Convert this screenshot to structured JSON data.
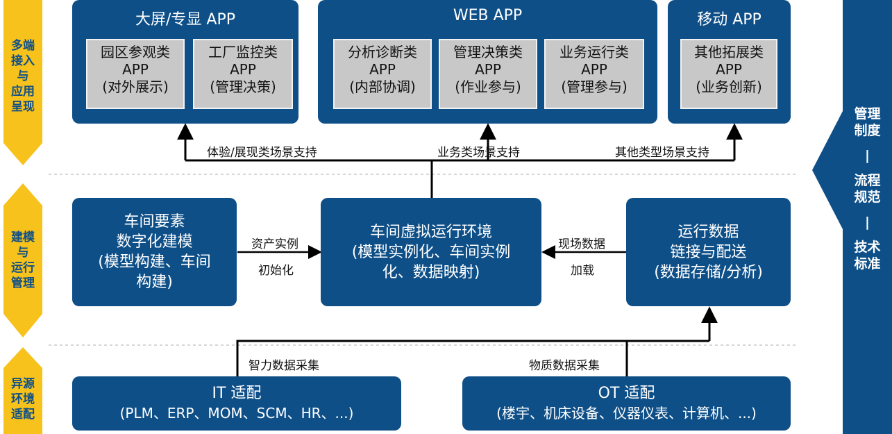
{
  "sidebar": {
    "sections": [
      {
        "lines": [
          "多端",
          "接入",
          "与",
          "应用",
          "呈现"
        ]
      },
      {
        "lines": [
          "建模",
          "与",
          "运行",
          "管理"
        ]
      },
      {
        "lines": [
          "异源",
          "环境",
          "适配"
        ]
      }
    ]
  },
  "top": {
    "groups": [
      {
        "title": "大屏/专显 APP",
        "apps": [
          {
            "lines": [
              "园区参观类",
              "APP",
              "(对外展示)"
            ]
          },
          {
            "lines": [
              "工厂监控类",
              "APP",
              "(管理决策)"
            ]
          }
        ]
      },
      {
        "title": "WEB APP",
        "apps": [
          {
            "lines": [
              "分析诊断类",
              "APP",
              "(内部协调)"
            ]
          },
          {
            "lines": [
              "管理决策类",
              "APP",
              "(作业参与)"
            ]
          },
          {
            "lines": [
              "业务运行类",
              "APP",
              "(管理参与)"
            ]
          }
        ]
      },
      {
        "title": "移动 APP",
        "apps": [
          {
            "lines": [
              "其他拓展类",
              "APP",
              "(业务创新)"
            ]
          }
        ]
      }
    ],
    "support_labels": [
      "体验/展现类场景支持",
      "业务类场景支持",
      "其他类型场景支持"
    ]
  },
  "middle": {
    "left_box": {
      "lines": [
        "车间要素",
        "数字化建模",
        "(模型构建、车间",
        "构建)"
      ]
    },
    "center_box": {
      "lines": [
        "车间虚拟运行环境",
        "(模型实例化、车间实例",
        "化、数据映射)"
      ]
    },
    "right_box": {
      "lines": [
        "运行数据",
        "链接与配送",
        "(数据存储/分析)"
      ]
    },
    "left_arrow_labels": [
      "资产实例",
      "初始化"
    ],
    "right_arrow_labels": [
      "现场数据",
      "加载"
    ]
  },
  "bottom": {
    "it_box": {
      "title": "IT 适配",
      "sub": "(PLM、ERP、MOM、SCM、HR、...)"
    },
    "ot_box": {
      "title": "OT 适配",
      "sub": "(楼宇、机床设备、仪器仪表、计算机、...)"
    },
    "it_label": "智力数据采集",
    "ot_label": "物质数据采集"
  },
  "right_panel": {
    "lines": [
      "管理",
      "制度",
      "|",
      "流程",
      "规范",
      "|",
      "技术",
      "标准"
    ]
  },
  "colors": {
    "box": "#0e4f88",
    "chevron": "#f7c21b",
    "gray_box": "#c8c8c8"
  }
}
